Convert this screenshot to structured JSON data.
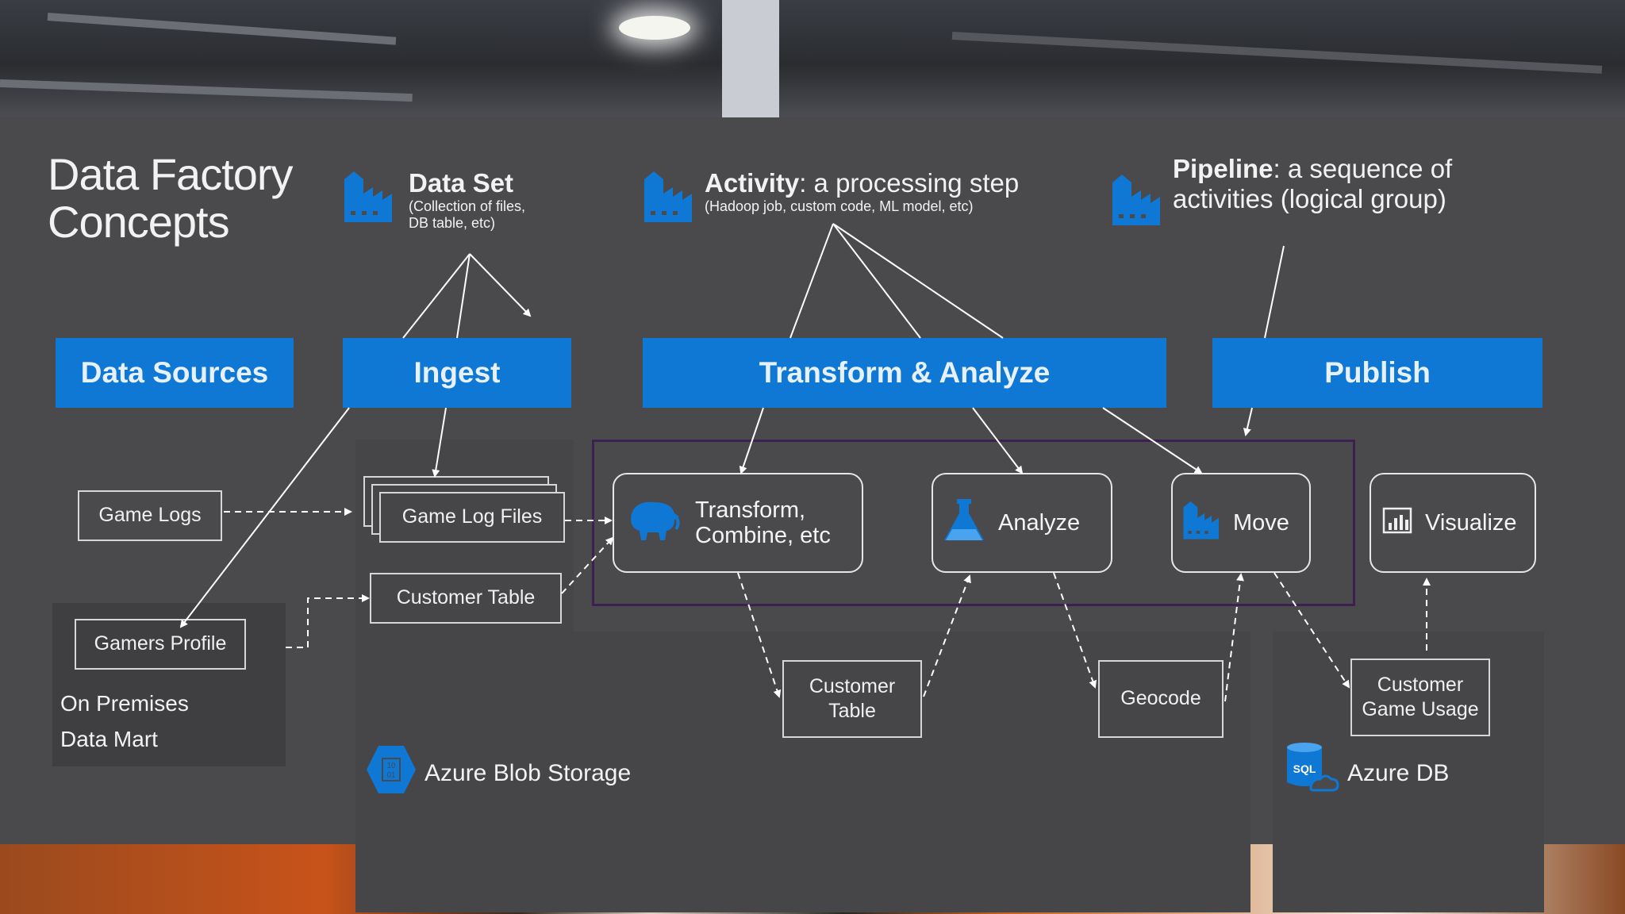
{
  "title": {
    "line1": "Data Factory",
    "line2": "Concepts"
  },
  "concepts": {
    "dataset": {
      "name": "Data Set",
      "desc_line1": "(Collection of files,",
      "desc_line2": "DB table, etc)"
    },
    "activity": {
      "name": "Activity",
      "suffix": ": a processing step",
      "desc": "(Hadoop job, custom code, ML model, etc)"
    },
    "pipeline": {
      "name": "Pipeline",
      "suffix": ": a sequence of",
      "line2": "activities (logical group)"
    }
  },
  "stages": {
    "sources": "Data Sources",
    "ingest": "Ingest",
    "transform": "Transform & Analyze",
    "publish": "Publish"
  },
  "nodes": {
    "game_logs": "Game Logs",
    "gamers_profile": "Gamers Profile",
    "on_prem_line1": "On Premises",
    "on_prem_line2": "Data Mart",
    "game_log_files": "Game Log Files",
    "customer_table": "Customer Table",
    "transform_line1": "Transform,",
    "transform_line2": "Combine, etc",
    "analyze": "Analyze",
    "move": "Move",
    "visualize": "Visualize",
    "customer_table2_line1": "Customer",
    "customer_table2_line2": "Table",
    "geocode": "Geocode",
    "usage_line1": "Customer",
    "usage_line2": "Game Usage",
    "blob_storage": "Azure Blob Storage",
    "azure_db": "Azure DB"
  },
  "colors": {
    "accent": "#0f78d4",
    "pipeline_border": "#3d1f52",
    "slide_bg": "#4a4a4d"
  },
  "icons": [
    "factory-icon",
    "hadoop-elephant-icon",
    "flask-icon",
    "chart-icon",
    "blob-storage-icon",
    "sql-database-icon"
  ]
}
